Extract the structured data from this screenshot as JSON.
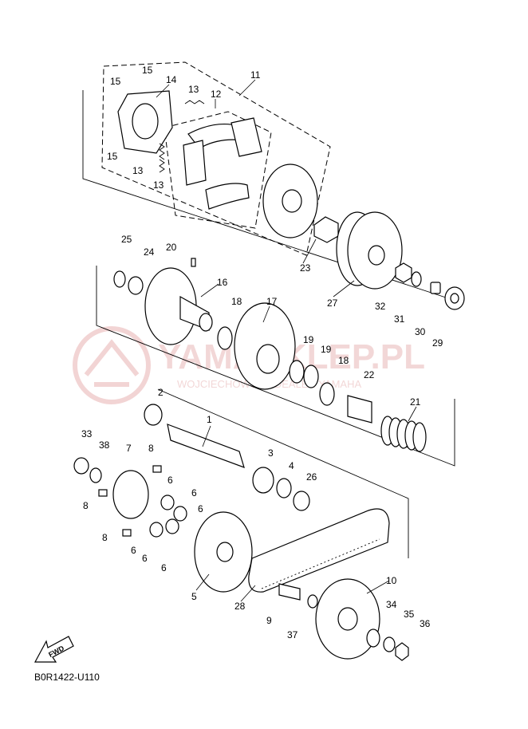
{
  "diagram": {
    "code": "B0R1422-U110",
    "fwd_label": "FWD",
    "watermark": {
      "line1": "YAMASKLEP.PL",
      "line2": "WOJCIECHOWSCY DEALER YAMAHA"
    },
    "callouts": [
      "1",
      "2",
      "3",
      "4",
      "5",
      "6",
      "6",
      "6",
      "6",
      "6",
      "6",
      "7",
      "8",
      "8",
      "8",
      "9",
      "10",
      "11",
      "12",
      "13",
      "13",
      "13",
      "14",
      "15",
      "15",
      "15",
      "16",
      "17",
      "18",
      "18",
      "19",
      "19",
      "20",
      "21",
      "22",
      "23",
      "24",
      "25",
      "26",
      "27",
      "28",
      "29",
      "30",
      "31",
      "32",
      "33",
      "34",
      "35",
      "36",
      "37",
      "38"
    ]
  }
}
